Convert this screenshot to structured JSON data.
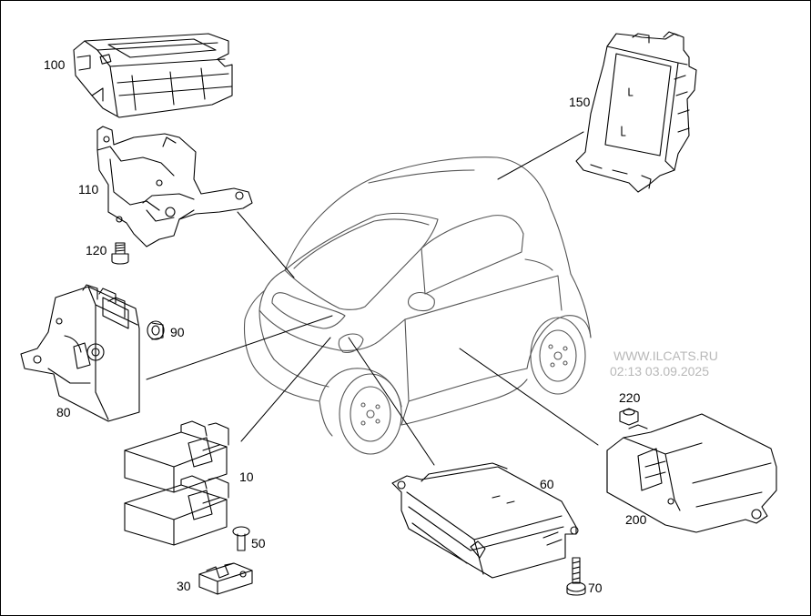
{
  "labels": {
    "l100": "100",
    "l110": "110",
    "l120": "120",
    "l90": "90",
    "l80": "80",
    "l10": "10",
    "l50": "50",
    "l30": "30",
    "l60": "60",
    "l70": "70",
    "l150": "150",
    "l220": "220",
    "l200": "200"
  },
  "watermark": {
    "site": "WWW.ILCATS.RU",
    "timestamp": "02:13 03.09.2025"
  }
}
